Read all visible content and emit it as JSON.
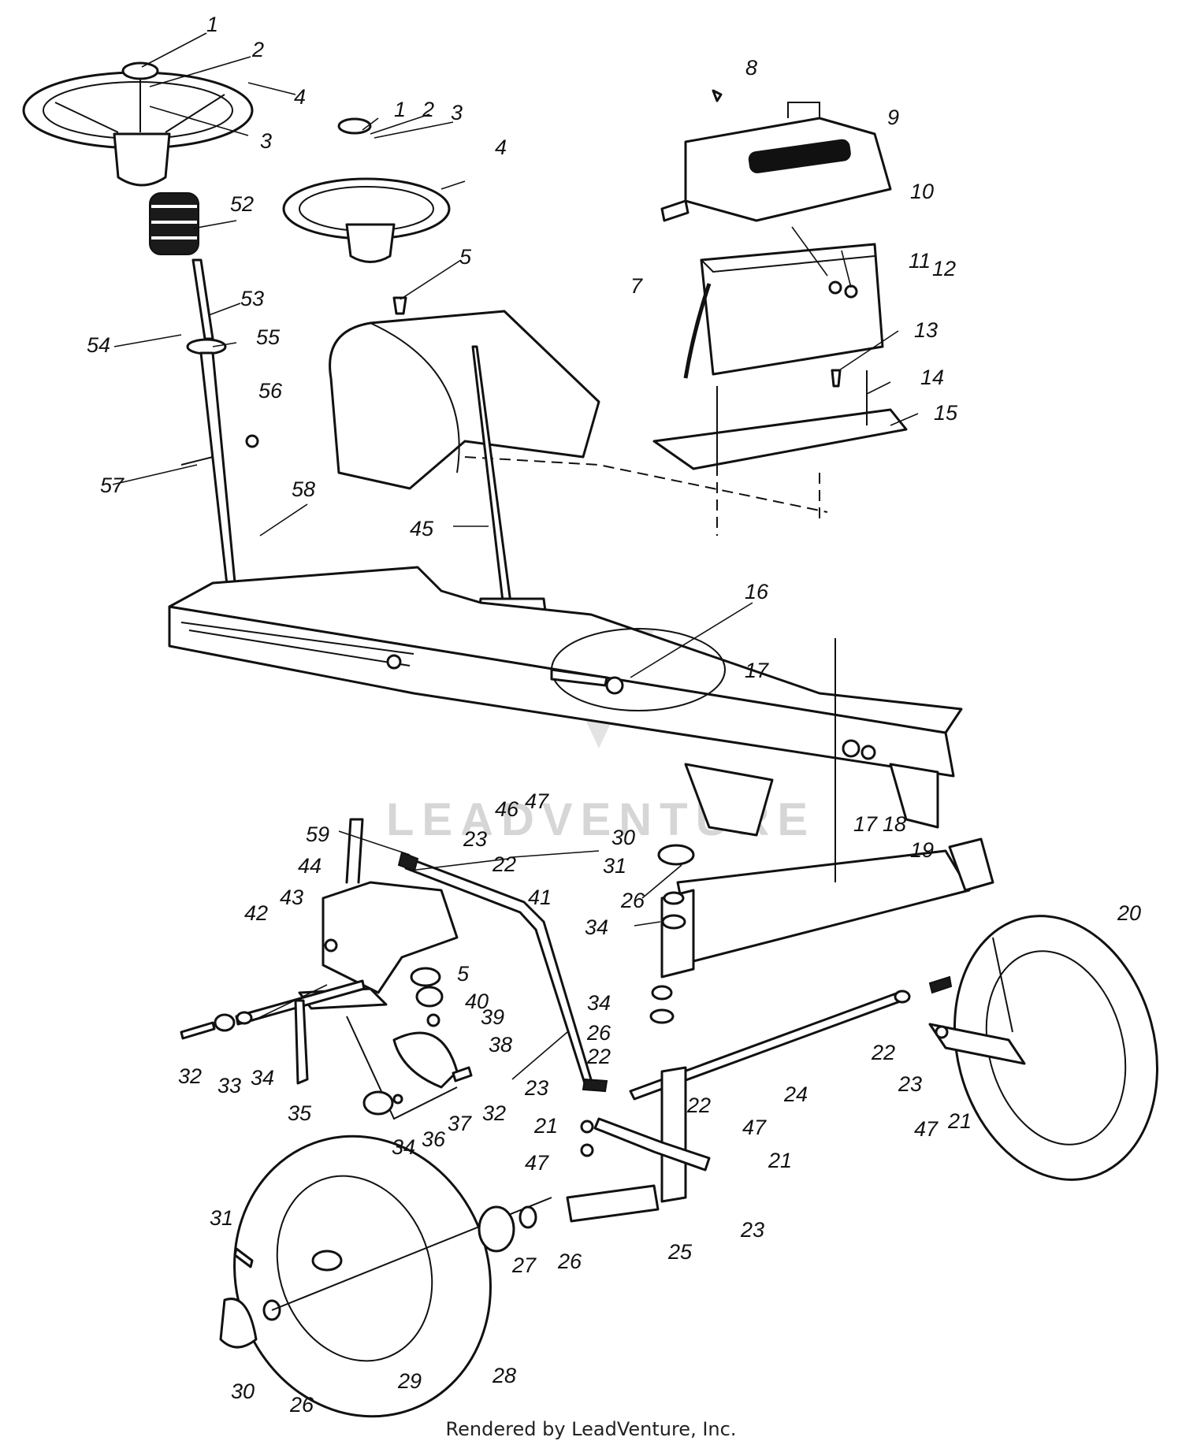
{
  "watermark": "LEADVENTURE",
  "footer": "Rendered by LeadVenture, Inc.",
  "callouts": [
    {
      "id": "c-1a",
      "label": "1"
    },
    {
      "id": "c-2a",
      "label": "2"
    },
    {
      "id": "c-3a",
      "label": "3"
    },
    {
      "id": "c-4a",
      "label": "4"
    },
    {
      "id": "c-1b",
      "label": "1"
    },
    {
      "id": "c-2b",
      "label": "2"
    },
    {
      "id": "c-3b",
      "label": "3"
    },
    {
      "id": "c-4b",
      "label": "4"
    },
    {
      "id": "c-5a",
      "label": "5"
    },
    {
      "id": "c-7",
      "label": "7"
    },
    {
      "id": "c-8",
      "label": "8"
    },
    {
      "id": "c-9",
      "label": "9"
    },
    {
      "id": "c-10",
      "label": "10"
    },
    {
      "id": "c-11",
      "label": "11"
    },
    {
      "id": "c-12",
      "label": "12"
    },
    {
      "id": "c-13",
      "label": "13"
    },
    {
      "id": "c-14",
      "label": "14"
    },
    {
      "id": "c-15",
      "label": "15"
    },
    {
      "id": "c-16",
      "label": "16"
    },
    {
      "id": "c-17a",
      "label": "17"
    },
    {
      "id": "c-17b",
      "label": "17"
    },
    {
      "id": "c-18",
      "label": "18"
    },
    {
      "id": "c-19",
      "label": "19"
    },
    {
      "id": "c-20",
      "label": "20"
    },
    {
      "id": "c-52",
      "label": "52"
    },
    {
      "id": "c-53",
      "label": "53"
    },
    {
      "id": "c-54",
      "label": "54"
    },
    {
      "id": "c-55",
      "label": "55"
    },
    {
      "id": "c-56",
      "label": "56"
    },
    {
      "id": "c-57",
      "label": "57"
    },
    {
      "id": "c-58",
      "label": "58"
    },
    {
      "id": "c-45",
      "label": "45"
    },
    {
      "id": "c-46",
      "label": "46"
    },
    {
      "id": "c-47a",
      "label": "47"
    },
    {
      "id": "c-59",
      "label": "59"
    },
    {
      "id": "c-44",
      "label": "44"
    },
    {
      "id": "c-43",
      "label": "43"
    },
    {
      "id": "c-42",
      "label": "42"
    },
    {
      "id": "c-23a",
      "label": "23"
    },
    {
      "id": "c-22a",
      "label": "22"
    },
    {
      "id": "c-41",
      "label": "41"
    },
    {
      "id": "c-30a",
      "label": "30"
    },
    {
      "id": "c-31a",
      "label": "31"
    },
    {
      "id": "c-26a",
      "label": "26"
    },
    {
      "id": "c-34a",
      "label": "34"
    },
    {
      "id": "c-5b",
      "label": "5"
    },
    {
      "id": "c-40",
      "label": "40"
    },
    {
      "id": "c-39",
      "label": "39"
    },
    {
      "id": "c-38",
      "label": "38"
    },
    {
      "id": "c-32a",
      "label": "32"
    },
    {
      "id": "c-33",
      "label": "33"
    },
    {
      "id": "c-34b",
      "label": "34"
    },
    {
      "id": "c-35",
      "label": "35"
    },
    {
      "id": "c-34c",
      "label": "34"
    },
    {
      "id": "c-36",
      "label": "36"
    },
    {
      "id": "c-37",
      "label": "37"
    },
    {
      "id": "c-32b",
      "label": "32"
    },
    {
      "id": "c-34d",
      "label": "34"
    },
    {
      "id": "c-26b",
      "label": "26"
    },
    {
      "id": "c-22b",
      "label": "22"
    },
    {
      "id": "c-23b",
      "label": "23"
    },
    {
      "id": "c-21a",
      "label": "21"
    },
    {
      "id": "c-47b",
      "label": "47"
    },
    {
      "id": "c-22c",
      "label": "22"
    },
    {
      "id": "c-47c",
      "label": "47"
    },
    {
      "id": "c-21b",
      "label": "21"
    },
    {
      "id": "c-23c",
      "label": "23"
    },
    {
      "id": "c-25",
      "label": "25"
    },
    {
      "id": "c-24",
      "label": "24"
    },
    {
      "id": "c-22d",
      "label": "22"
    },
    {
      "id": "c-23d",
      "label": "23"
    },
    {
      "id": "c-47d",
      "label": "47"
    },
    {
      "id": "c-21c",
      "label": "21"
    },
    {
      "id": "c-31b",
      "label": "31"
    },
    {
      "id": "c-27",
      "label": "27"
    },
    {
      "id": "c-26c",
      "label": "26"
    },
    {
      "id": "c-30b",
      "label": "30"
    },
    {
      "id": "c-26d",
      "label": "26"
    },
    {
      "id": "c-29",
      "label": "29"
    },
    {
      "id": "c-28",
      "label": "28"
    }
  ]
}
